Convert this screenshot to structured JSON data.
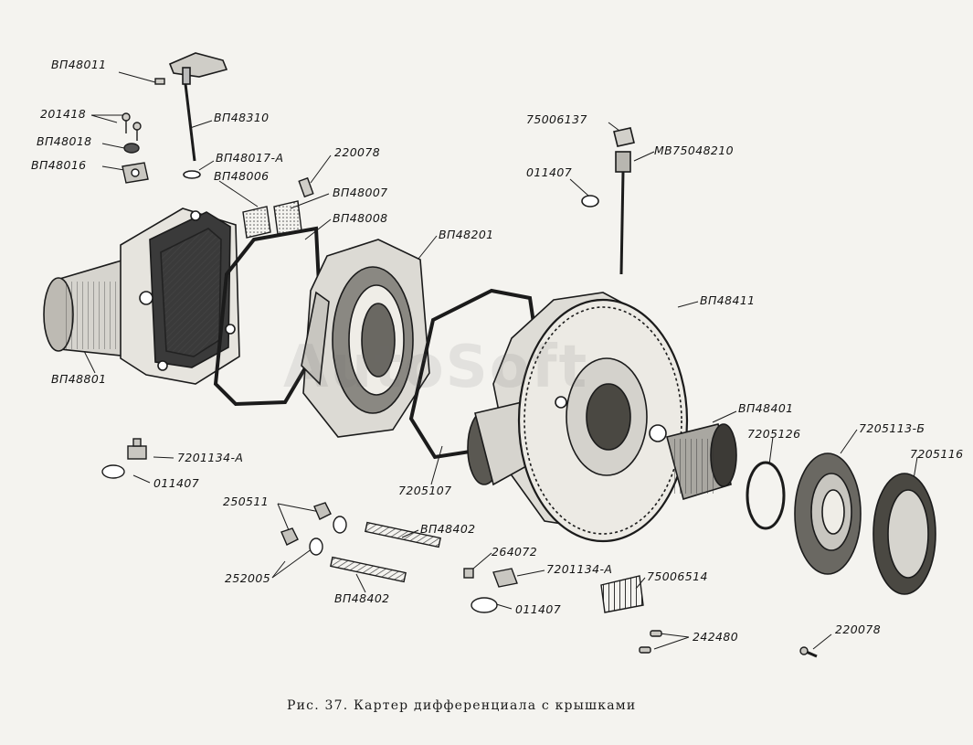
{
  "watermark": "AutoSoft",
  "caption": "Рис. 37. Картер дифференциала с крышками",
  "labels": {
    "vp48011": "ВП48011",
    "n201418": "201418",
    "vp48018": "ВП48018",
    "vp48016": "ВП48016",
    "vp48310": "ВП48310",
    "vp48017a": "ВП48017-А",
    "vp48006": "ВП48006",
    "n220078_top": "220078",
    "vp48007": "ВП48007",
    "vp48008": "ВП48008",
    "vp48201": "ВП48201",
    "n75006137": "75006137",
    "mb75048210": "МВ75048210",
    "n011407_top": "011407",
    "vp48411": "ВП48411",
    "vp48801": "ВП48801",
    "n7201134a_left": "7201134-А",
    "n011407_left": "011407",
    "n7205107": "7205107",
    "vp48401": "ВП48401",
    "n7205126": "7205126",
    "n7205113_6": "7205113-Б",
    "n7205116": "7205116",
    "n250511": "250511",
    "n252005": "252005",
    "vp48402_a": "ВП48402",
    "vp48402_b": "ВП48402",
    "n264072": "264072",
    "n7201134a_mid": "7201134-А",
    "n75006514": "75006514",
    "n011407_bottom": "011407",
    "n242480": "242480",
    "n220078_bottom": "220078"
  },
  "colors": {
    "ink": "#1b1b1b",
    "paper": "#f4f3ef",
    "shade": "#6a6a6a"
  }
}
